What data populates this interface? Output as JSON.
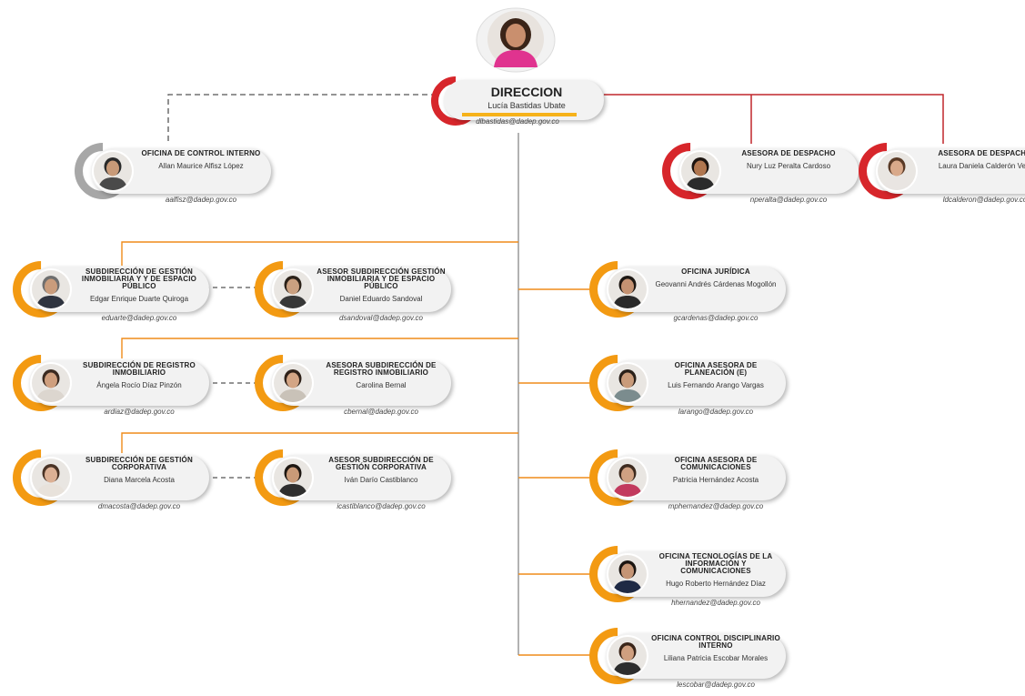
{
  "director": {
    "title": "DIRECCION",
    "name": "Lucía Bastidas Ubate",
    "email": "dlbastidas@dadep.gov.co"
  },
  "units": [
    {
      "id": "control-interno",
      "role": "OFICINA DE CONTROL INTERNO",
      "name": "Allan Maurice Alfisz López",
      "email": "aalfisz@dadep.gov.co",
      "accent": "gray",
      "shirt": "#4a4a4a",
      "skin": "#c89a78",
      "hair": "#2a2a2a"
    },
    {
      "id": "asesora-despacho-1",
      "role": "ASESORA DE DESPACHO",
      "name": "Nury Luz Peralta Cardoso",
      "email": "nperalta@dadep.gov.co",
      "accent": "red",
      "shirt": "#2b2b2b",
      "skin": "#b0764f",
      "hair": "#1d1410"
    },
    {
      "id": "asesora-despacho-2",
      "role": "ASESORA DE DESPACHO",
      "name": "Laura Daniela Calderón Vela",
      "email": "ldcalderon@dadep.gov.co",
      "accent": "red",
      "shirt": "#e9e5e2",
      "skin": "#d9a98a",
      "hair": "#5a3a26"
    },
    {
      "id": "sub-gestion-inmobiliaria",
      "role": "SUBDIRECCIÓN DE GESTIÓN INMOBILIARIA Y Y DE ESPACIO PÚBLICO",
      "name": "Edgar Enrique Duarte Quiroga",
      "email": "eduarte@dadep.gov.co",
      "accent": "orange",
      "shirt": "#2f3440",
      "skin": "#c99c7c",
      "hair": "#6f6f6f"
    },
    {
      "id": "asesor-gestion-inmobiliaria",
      "role": "ASESOR SUBDIRECCIÓN GESTIÓN INMOBILIARIA Y DE ESPACIO PÚBLICO",
      "name": "Daniel Eduardo Sandoval",
      "email": "dsandoval@dadep.gov.co",
      "accent": "orange",
      "shirt": "#383838",
      "skin": "#caa080",
      "hair": "#2b2118"
    },
    {
      "id": "sub-registro",
      "role": "SUBDIRECCIÓN DE REGISTRO INMOBILIARIO",
      "name": "Ángela Rocío Díaz Pinzón",
      "email": "ardiaz@dadep.gov.co",
      "accent": "orange",
      "shirt": "#dcd6cf",
      "skin": "#cf9f7e",
      "hair": "#3a2a20"
    },
    {
      "id": "asesora-registro",
      "role": "ASESORA SUBDIRECCIÓN DE REGISTRO INMOBILIARIO",
      "name": "Carolina Bernal",
      "email": "cbernal@dadep.gov.co",
      "accent": "orange",
      "shirt": "#c9c2b8",
      "skin": "#d3a585",
      "hair": "#2f2119"
    },
    {
      "id": "sub-corporativa",
      "role": "SUBDIRECCIÓN DE GESTIÓN CORPORATIVA",
      "name": "Diana Marcela Acosta",
      "email": "dmacosta@dadep.gov.co",
      "accent": "orange",
      "shirt": "#e8e2db",
      "skin": "#dcb094",
      "hair": "#4a3325"
    },
    {
      "id": "asesor-corporativa",
      "role": "ASESOR SUBDIRECCIÓN DE GESTIÓN CORPORATIVA",
      "name": "Iván Darío Castiblanco",
      "email": "icastiblanco@dadep.gov.co",
      "accent": "orange",
      "shirt": "#2e2e2e",
      "skin": "#c99a78",
      "hair": "#1e1712"
    },
    {
      "id": "juridica",
      "role": "OFICINA JURÍDICA",
      "name": "Geovanni Andrés Cárdenas Mogollón",
      "email": "gcardenas@dadep.gov.co",
      "accent": "orange",
      "shirt": "#2a2a2a",
      "skin": "#c49272",
      "hair": "#1d1712"
    },
    {
      "id": "planeacion",
      "role": "OFICINA ASESORA DE PLANEACIÓN (E)",
      "name": "Luis Fernando Arango Vargas",
      "email": "larango@dadep.gov.co",
      "accent": "orange",
      "shirt": "#7b8c8e",
      "skin": "#c99b7a",
      "hair": "#2a2019"
    },
    {
      "id": "comunicaciones",
      "role": "OFICINA ASESORA DE COMUNICACIONES",
      "name": "Patricia Hernández Acosta",
      "email": "mphernandez@dadep.gov.co",
      "accent": "orange",
      "shirt": "#c23a5e",
      "skin": "#d0a182",
      "hair": "#3d2a1e"
    },
    {
      "id": "tic",
      "role": "OFICINA TECNOLOGÍAS DE LA INFORMACIÓN Y COMUNICACIONES",
      "name": "Hugo Roberto Hernández Díaz",
      "email": "hhernandez@dadep.gov.co",
      "accent": "orange",
      "shirt": "#1f2a44",
      "skin": "#c59575",
      "hair": "#1b1511"
    },
    {
      "id": "control-disciplinario",
      "role": "OFICINA CONTROL DISCIPLINARIO INTERNO",
      "name": "Liliana Patricia Escobar Morales",
      "email": "lescobar@dadep.gov.co",
      "accent": "orange",
      "shirt": "#2d2d2d",
      "skin": "#cf9f7f",
      "hair": "#3a2519"
    }
  ]
}
